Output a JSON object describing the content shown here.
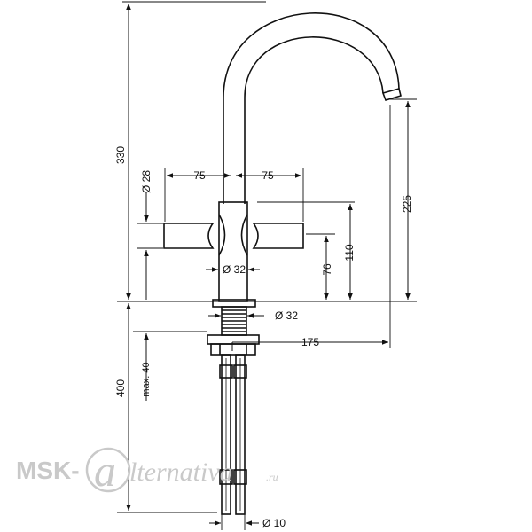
{
  "dimensions": {
    "total_height": "330",
    "spout_height": "225",
    "handle_span_left": "75",
    "handle_span_right": "75",
    "handle_diameter": "Ø 28",
    "body_diameter": "Ø 32",
    "base_diameter": "Ø 32",
    "handle_height": "110",
    "handle_base_height": "76",
    "spout_reach": "175",
    "hose_length": "400",
    "max_thickness": "max. 40",
    "hose_diameter": "Ø 10"
  },
  "watermark": {
    "prefix": "MSK-",
    "symbol": "a",
    "suffix": "lternativa",
    "tld": ".ru"
  }
}
